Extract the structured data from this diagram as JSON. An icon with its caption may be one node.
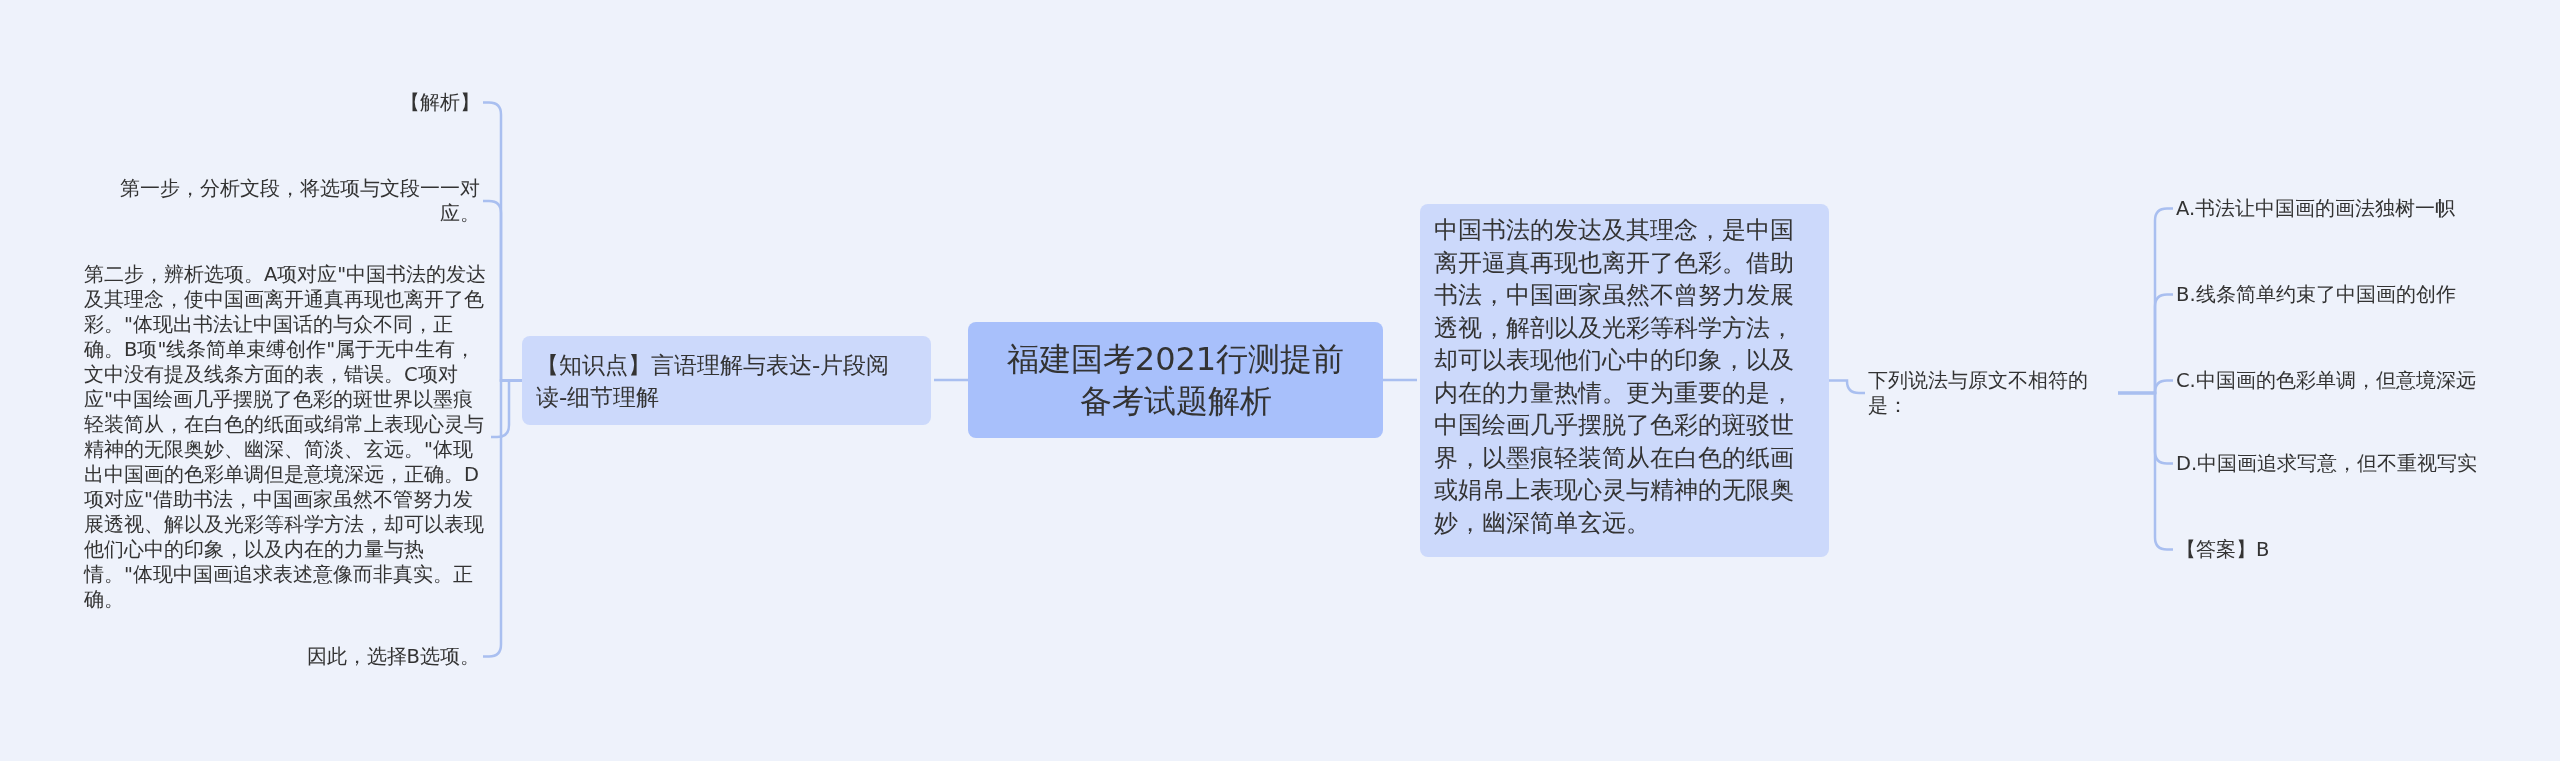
{
  "diagram": {
    "nodes": [
      {
        "text": [
          "福建国考2021行测提前备考试题解析"
        ]
      },
      {
        "text": [
          "【知识点】言语理解与表达-片段阅读-细节理解"
        ]
      },
      {
        "text": [
          "【解析】"
        ]
      },
      {
        "text": [
          "第一步，分析文段，将选项与文段一一对应。"
        ]
      },
      {
        "text": [
          "第二步，辨析选项。A项对应\"中国书法的发达及其理念，使中国画离开通真再现也离开了色彩。\"体现出书法让中国话的与众不同，正确。B项\"线条简单束缚创作\"属于无中生有，文中没有提及线条方面的表，错误。C项对应\"中国绘画几乎摆脱了色彩的斑世界以墨痕轻装简从，在白色的纸面或绢常上表现心灵与精神的无限奥妙、幽深、简淡、玄远。\"体现出中国画的色彩单调但是意境深远，正确。D项对应\"借助书法，中国画家虽然不管努力发展透视、解以及光彩等科学方法，却可以表现他们心中的印象，以及内在的力量与热情。\"体现中国画追求表述意像而非真实。正确。"
        ]
      },
      {
        "text": [
          "因此，选择B选项。"
        ]
      },
      {
        "text": [
          "中国书法的发达及其理念，是中国离开逼真再现也离开了色彩。借助书法，中国画家虽然不曾努力发展透视，解剖以及光彩等科学方法，却可以表现他们心中的印象，以及内在的力量热情。更为重要的是，中国绘画几乎摆脱了色彩的斑驳世界，以墨痕轻装简从在白色的纸画或娟帛上表现心灵与精神的无限奥妙，幽深简单玄远。"
        ]
      },
      {
        "text": [
          "下列说法与原文不相符的是："
        ]
      },
      {
        "text": [
          "A.书法让中国画的画法独树一帜"
        ]
      },
      {
        "text": [
          "B.线条简单约束了中国画的创作"
        ]
      },
      {
        "text": [
          "C.中国画的色彩单调，但意境深远"
        ]
      },
      {
        "text": [
          "D.中国画追求写意，但不重视写实"
        ]
      },
      {
        "text": [
          "【答案】B"
        ]
      }
    ],
    "edges": [
      {
        "from": 0,
        "to": 1,
        "arrow": "none"
      },
      {
        "from": 1,
        "to": 2,
        "arrow": "none"
      },
      {
        "from": 1,
        "to": 3,
        "arrow": "none"
      },
      {
        "from": 1,
        "to": 4,
        "arrow": "none"
      },
      {
        "from": 1,
        "to": 5,
        "arrow": "none"
      },
      {
        "from": 0,
        "to": 6,
        "arrow": "none"
      },
      {
        "from": 6,
        "to": 7,
        "arrow": "none"
      },
      {
        "from": 7,
        "to": 8,
        "arrow": "none"
      },
      {
        "from": 7,
        "to": 9,
        "arrow": "none"
      },
      {
        "from": 7,
        "to": 10,
        "arrow": "none"
      },
      {
        "from": 7,
        "to": 11,
        "arrow": "none"
      },
      {
        "from": 7,
        "to": 12,
        "arrow": "none"
      }
    ]
  }
}
